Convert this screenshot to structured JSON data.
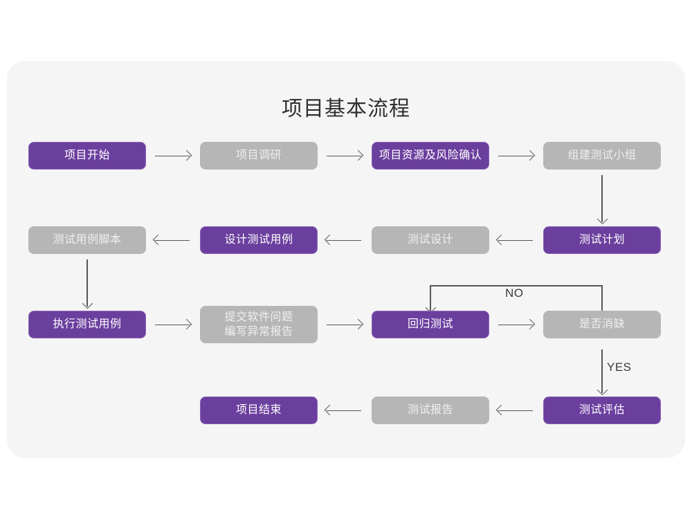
{
  "page": {
    "background": "#ffffff",
    "panel_background": "#f5f5f5",
    "accent_purple": "#6b3f9e",
    "accent_purple_border": "#8a63b5",
    "muted_gray": "#b6b6b6",
    "line_color": "#555555"
  },
  "title": "项目基本流程",
  "nodes": {
    "n1": {
      "label": "项目开始",
      "style": "purple"
    },
    "n2": {
      "label": "项目调研",
      "style": "gray"
    },
    "n3": {
      "label": "项目资源及风险确认",
      "style": "purple"
    },
    "n4": {
      "label": "组建测试小组",
      "style": "gray"
    },
    "n5": {
      "label": "测试计划",
      "style": "purple"
    },
    "n6": {
      "label": "测试设计",
      "style": "gray"
    },
    "n7": {
      "label": "设计测试用例",
      "style": "purple"
    },
    "n8": {
      "label": "测试用例脚本",
      "style": "gray"
    },
    "n9": {
      "label": "执行测试用例",
      "style": "purple"
    },
    "n10a": {
      "label": "提交软件问题",
      "style": "gray"
    },
    "n10b": {
      "label": "编写异常报告",
      "style": "gray"
    },
    "n11": {
      "label": "回归测试",
      "style": "purple"
    },
    "n12": {
      "label": "是否消缺",
      "style": "gray"
    },
    "n13": {
      "label": "测试评估",
      "style": "purple"
    },
    "n14": {
      "label": "测试报告",
      "style": "gray"
    },
    "n15": {
      "label": "项目结束",
      "style": "purple"
    }
  },
  "branch_labels": {
    "no": "NO",
    "yes": "YES"
  }
}
